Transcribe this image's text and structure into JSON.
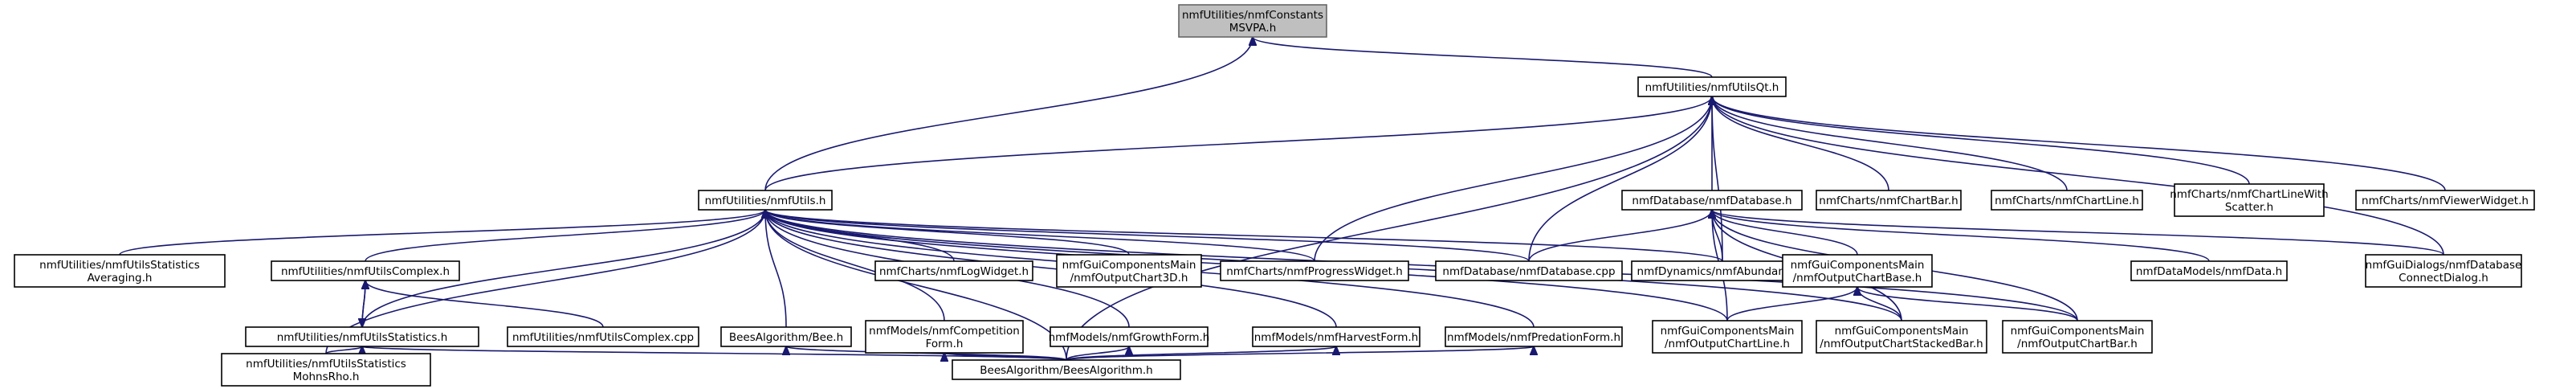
{
  "diagram": {
    "type": "include-dependency-graph",
    "colors": {
      "edge": "#191970",
      "root_fill": "#bfbfbf",
      "node_fill": "#ffffff",
      "node_border": "#000000"
    },
    "nodes": [
      {
        "id": "constants",
        "lines": [
          "nmfUtilities/nmfConstants",
          "MSVPA.h"
        ],
        "root": true
      },
      {
        "id": "utilsqt",
        "lines": [
          "nmfUtilities/nmfUtilsQt.h"
        ]
      },
      {
        "id": "utils",
        "lines": [
          "nmfUtilities/nmfUtils.h"
        ]
      },
      {
        "id": "database_h",
        "lines": [
          "nmfDatabase/nmfDatabase.h"
        ]
      },
      {
        "id": "chartbar",
        "lines": [
          "nmfCharts/nmfChartBar.h"
        ]
      },
      {
        "id": "chartline",
        "lines": [
          "nmfCharts/nmfChartLine.h"
        ]
      },
      {
        "id": "chartlinescatter",
        "lines": [
          "nmfCharts/nmfChartLineWith",
          "Scatter.h"
        ]
      },
      {
        "id": "viewerwidget",
        "lines": [
          "nmfCharts/nmfViewerWidget.h"
        ]
      },
      {
        "id": "statsavg",
        "lines": [
          "nmfUtilities/nmfUtilsStatistics",
          "Averaging.h"
        ]
      },
      {
        "id": "complex_h",
        "lines": [
          "nmfUtilities/nmfUtilsComplex.h"
        ]
      },
      {
        "id": "logwidget",
        "lines": [
          "nmfCharts/nmfLogWidget.h"
        ]
      },
      {
        "id": "outputchart3d",
        "lines": [
          "nmfGuiComponentsMain",
          "/nmfOutputChart3D.h"
        ]
      },
      {
        "id": "progresswidget",
        "lines": [
          "nmfCharts/nmfProgressWidget.h"
        ]
      },
      {
        "id": "database_cpp",
        "lines": [
          "nmfDatabase/nmfDatabase.cpp"
        ]
      },
      {
        "id": "abundance",
        "lines": [
          "nmfDynamics/nmfAbundance.h"
        ]
      },
      {
        "id": "outputchartbase",
        "lines": [
          "nmfGuiComponentsMain",
          "/nmfOutputChartBase.h"
        ]
      },
      {
        "id": "datamodels",
        "lines": [
          "nmfDataModels/nmfData.h"
        ]
      },
      {
        "id": "connectdialog",
        "lines": [
          "nmfGuiDialogs/nmfDatabase",
          "ConnectDialog.h"
        ]
      },
      {
        "id": "stats_h",
        "lines": [
          "nmfUtilities/nmfUtilsStatistics.h"
        ]
      },
      {
        "id": "complex_cpp",
        "lines": [
          "nmfUtilities/nmfUtilsComplex.cpp"
        ]
      },
      {
        "id": "bee",
        "lines": [
          "BeesAlgorithm/Bee.h"
        ]
      },
      {
        "id": "competition",
        "lines": [
          "nmfModels/nmfCompetition",
          "Form.h"
        ]
      },
      {
        "id": "growth",
        "lines": [
          "nmfModels/nmfGrowthForm.h"
        ]
      },
      {
        "id": "harvest",
        "lines": [
          "nmfModels/nmfHarvestForm.h"
        ]
      },
      {
        "id": "predation",
        "lines": [
          "nmfModels/nmfPredationForm.h"
        ]
      },
      {
        "id": "outputchartline",
        "lines": [
          "nmfGuiComponentsMain",
          "/nmfOutputChartLine.h"
        ]
      },
      {
        "id": "outputchartstacked",
        "lines": [
          "nmfGuiComponentsMain",
          "/nmfOutputChartStackedBar.h"
        ]
      },
      {
        "id": "outputchartbar",
        "lines": [
          "nmfGuiComponentsMain",
          "/nmfOutputChartBar.h"
        ]
      },
      {
        "id": "mohnsrho",
        "lines": [
          "nmfUtilities/nmfUtilsStatistics",
          "MohnsRho.h"
        ]
      },
      {
        "id": "beesalgorithm",
        "lines": [
          "BeesAlgorithm/BeesAlgorithm.h"
        ]
      }
    ],
    "edges": [
      [
        "constants",
        "utilsqt"
      ],
      [
        "constants",
        "utils"
      ],
      [
        "utilsqt",
        "utils"
      ],
      [
        "utilsqt",
        "database_h"
      ],
      [
        "utilsqt",
        "chartbar"
      ],
      [
        "utilsqt",
        "chartline"
      ],
      [
        "utilsqt",
        "chartlinescatter"
      ],
      [
        "utilsqt",
        "viewerwidget"
      ],
      [
        "utilsqt",
        "progresswidget"
      ],
      [
        "utilsqt",
        "database_cpp"
      ],
      [
        "utilsqt",
        "abundance"
      ],
      [
        "utilsqt",
        "connectdialog"
      ],
      [
        "utilsqt",
        "beesalgorithm"
      ],
      [
        "utils",
        "statsavg"
      ],
      [
        "utils",
        "complex_h"
      ],
      [
        "utils",
        "logwidget"
      ],
      [
        "utils",
        "outputchart3d"
      ],
      [
        "utils",
        "progresswidget"
      ],
      [
        "utils",
        "database_cpp"
      ],
      [
        "utils",
        "abundance"
      ],
      [
        "utils",
        "stats_h"
      ],
      [
        "utils",
        "mohnsrho"
      ],
      [
        "utils",
        "bee"
      ],
      [
        "utils",
        "competition"
      ],
      [
        "utils",
        "growth"
      ],
      [
        "utils",
        "harvest"
      ],
      [
        "utils",
        "predation"
      ],
      [
        "utils",
        "outputchartline"
      ],
      [
        "utils",
        "outputchartstacked"
      ],
      [
        "utils",
        "outputchartbar"
      ],
      [
        "utils",
        "beesalgorithm"
      ],
      [
        "database_h",
        "database_cpp"
      ],
      [
        "database_h",
        "abundance"
      ],
      [
        "database_h",
        "outputchartbase"
      ],
      [
        "database_h",
        "datamodels"
      ],
      [
        "database_h",
        "connectdialog"
      ],
      [
        "database_h",
        "outputchartline"
      ],
      [
        "database_h",
        "outputchartstacked"
      ],
      [
        "database_h",
        "outputchartbar"
      ],
      [
        "outputchartbase",
        "outputchartline"
      ],
      [
        "outputchartbase",
        "outputchartstacked"
      ],
      [
        "outputchartbase",
        "outputchartbar"
      ],
      [
        "complex_h",
        "stats_h"
      ],
      [
        "complex_h",
        "complex_cpp"
      ],
      [
        "stats_h",
        "complex_h"
      ],
      [
        "stats_h",
        "mohnsrho"
      ],
      [
        "stats_h",
        "beesalgorithm"
      ],
      [
        "bee",
        "beesalgorithm"
      ],
      [
        "competition",
        "beesalgorithm"
      ],
      [
        "growth",
        "beesalgorithm"
      ],
      [
        "harvest",
        "beesalgorithm"
      ],
      [
        "predation",
        "beesalgorithm"
      ]
    ]
  }
}
